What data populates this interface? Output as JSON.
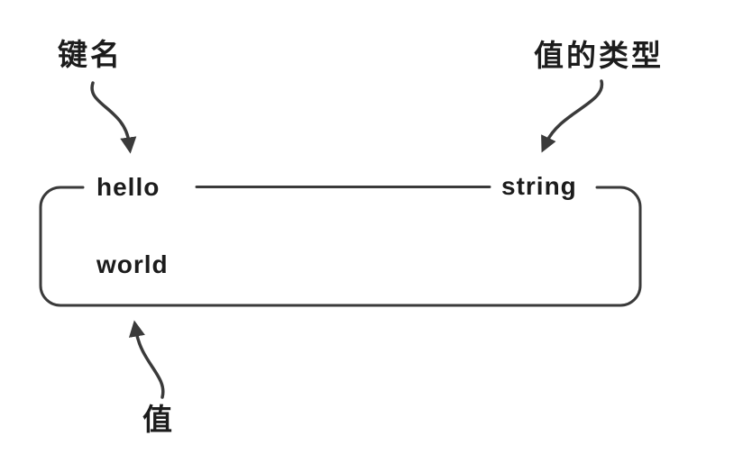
{
  "diagram": {
    "title_hint": "key-value structure illustration",
    "annotations": {
      "key_label": "键名",
      "value_type_label": "值的类型",
      "value_label": "值"
    },
    "kv": {
      "key": "hello",
      "type": "string",
      "value": "world"
    },
    "colors": {
      "line": "#3a3a3a",
      "text": "#1c1c1c",
      "background": "#ffffff"
    }
  }
}
